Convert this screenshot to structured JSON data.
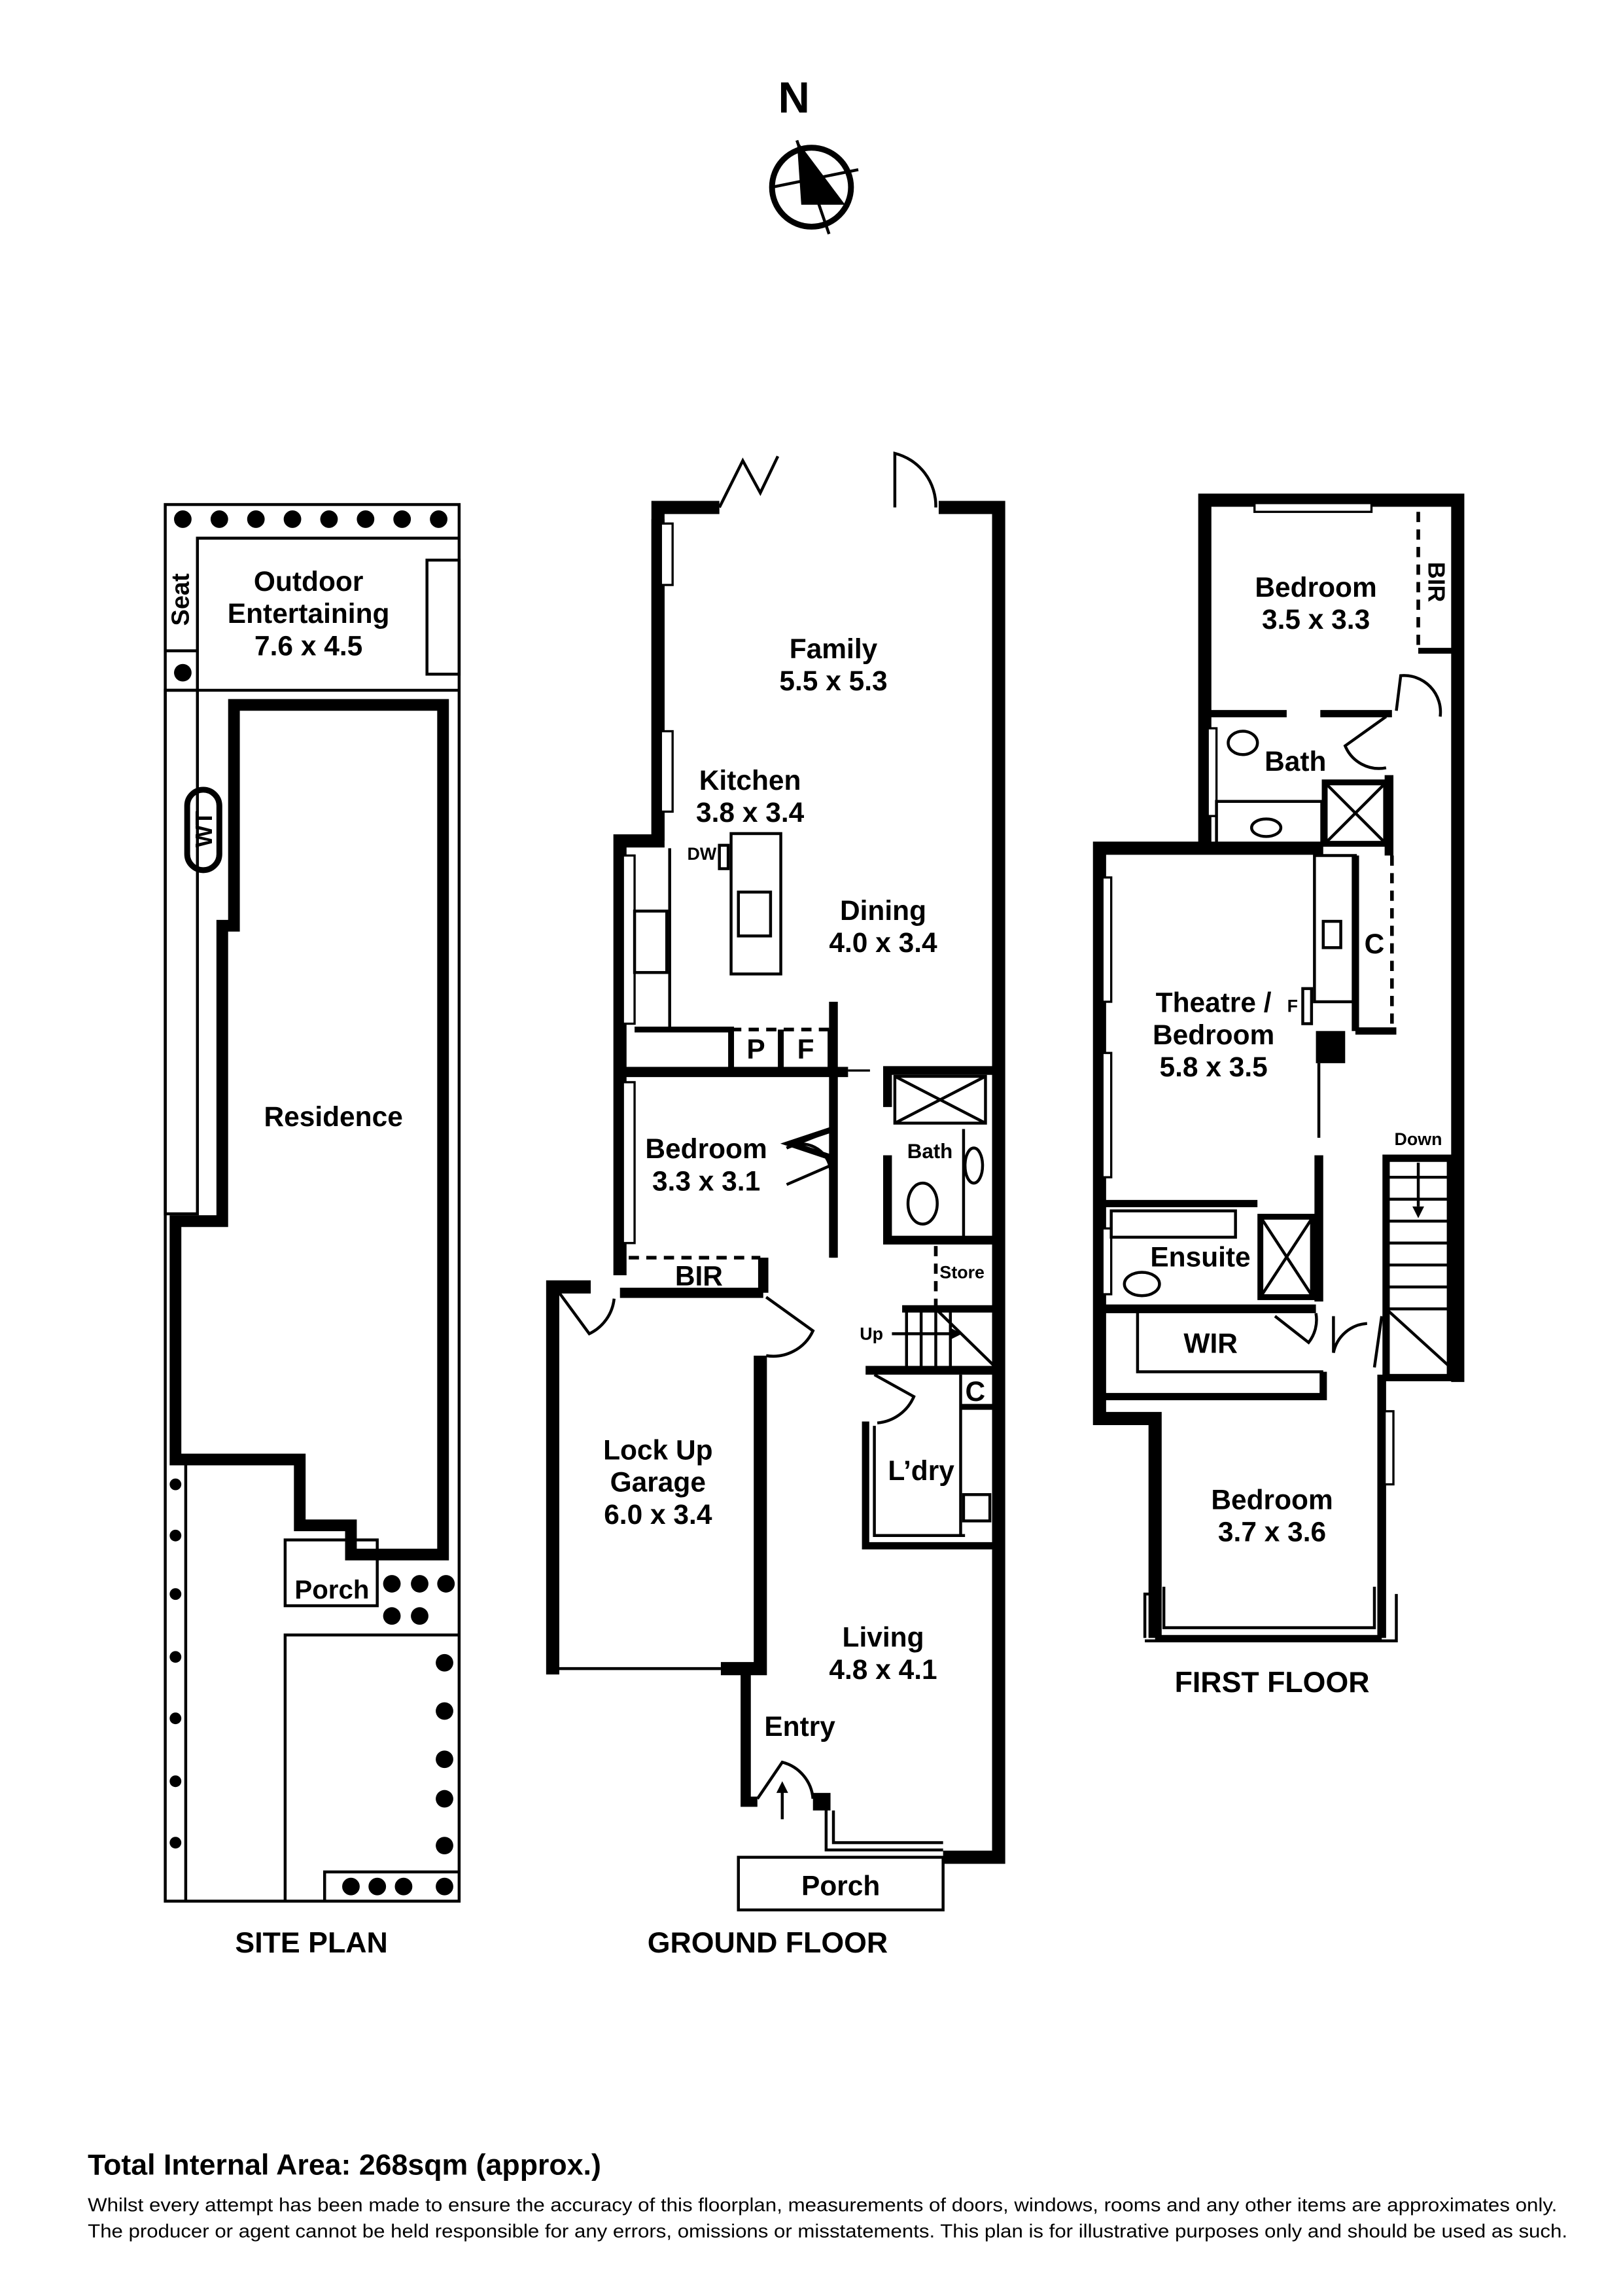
{
  "compass": {
    "label": "N",
    "icon": "north-arrow-icon"
  },
  "site_plan": {
    "caption": "SITE PLAN",
    "outdoor": {
      "name": "Outdoor\nEntertaining",
      "line1": "Outdoor",
      "line2": "Entertaining",
      "size": "7.6 x 4.5"
    },
    "seat": "Seat",
    "wt": "WT",
    "residence": "Residence",
    "porch": "Porch"
  },
  "ground_floor": {
    "caption": "GROUND FLOOR",
    "family": {
      "name": "Family",
      "size": "5.5 x 5.3"
    },
    "kitchen": {
      "name": "Kitchen",
      "size": "3.8 x 3.4"
    },
    "dw": "DW",
    "dining": {
      "name": "Dining",
      "size": "4.0 x 3.4"
    },
    "pantry": "P",
    "fridge": "F",
    "bedroom": {
      "name": "Bedroom",
      "size": "3.3 x 3.1"
    },
    "bir": "BIR",
    "bath": "Bath",
    "store": "Store",
    "up": "Up",
    "cupboard": "C",
    "laundry": "L’dry",
    "garage": {
      "line1": "Lock Up",
      "line2": "Garage",
      "size": "6.0 x 3.4"
    },
    "living": {
      "name": "Living",
      "size": "4.8 x 4.1"
    },
    "entry": "Entry",
    "porch": "Porch"
  },
  "first_floor": {
    "caption": "FIRST FLOOR",
    "bedroom_top": {
      "name": "Bedroom",
      "size": "3.5 x 3.3"
    },
    "bir": "BIR",
    "bath": "Bath",
    "theatre": {
      "line1": "Theatre /",
      "line2": "Bedroom",
      "size": "5.8 x 3.5"
    },
    "fridge": "F",
    "cupboard": "C",
    "down": "Down",
    "ensuite": "Ensuite",
    "wir": "WIR",
    "bedroom_bottom": {
      "name": "Bedroom",
      "size": "3.7 x 3.6"
    }
  },
  "footer": {
    "total_area": "Total Internal Area: 268sqm (approx.)",
    "disclaimer_line1": "Whilst every attempt has been made to ensure the accuracy of this floorplan, measurements of doors, windows, rooms and any other items are approximates only.",
    "disclaimer_line2": "The producer or agent cannot be held responsible for any errors, omissions or misstatements. This plan is for illustrative purposes only and should be used as such."
  }
}
